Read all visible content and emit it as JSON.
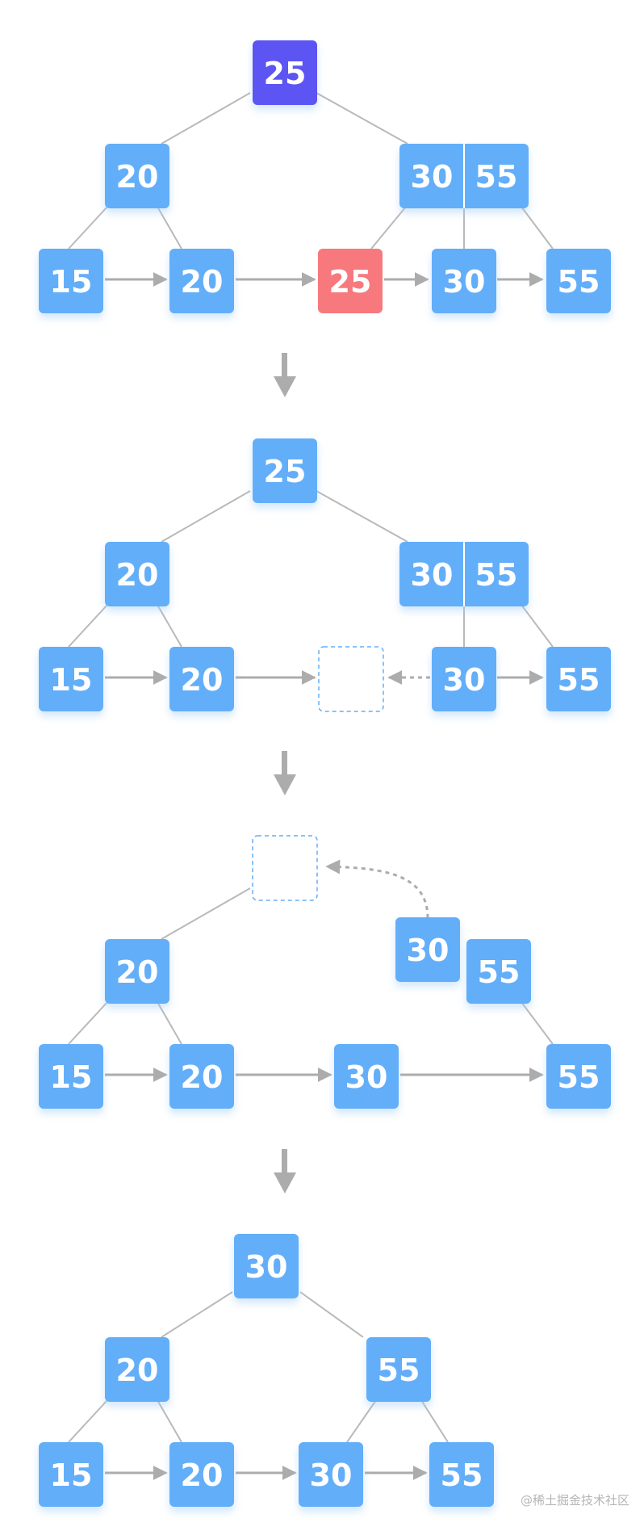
{
  "watermark": "@稀土掘金技术社区",
  "colors": {
    "node": "#64aef9",
    "node_shadow": "#cfe4fb",
    "root_highlight": "#5b55f3",
    "target_highlight": "#f7797d",
    "edge": "#b9b9b9",
    "arrow": "#acacac",
    "placeholder": "#64aef9"
  },
  "stages": [
    {
      "root": {
        "labels": [
          "25"
        ],
        "style": "root-highlight"
      },
      "internal": [
        {
          "labels": [
            "20"
          ]
        },
        {
          "labels": [
            "30",
            "55"
          ]
        }
      ],
      "leaves": [
        {
          "label": "15"
        },
        {
          "label": "20"
        },
        {
          "label": "25",
          "style": "target-highlight"
        },
        {
          "label": "30"
        },
        {
          "label": "55"
        }
      ]
    },
    {
      "root": {
        "labels": [
          "25"
        ]
      },
      "internal": [
        {
          "labels": [
            "20"
          ]
        },
        {
          "labels": [
            "30",
            "55"
          ]
        }
      ],
      "leaves": [
        {
          "label": "15"
        },
        {
          "label": "20"
        },
        {
          "label": "",
          "style": "placeholder"
        },
        {
          "label": "30"
        },
        {
          "label": "55"
        }
      ]
    },
    {
      "root": {
        "labels": [
          ""
        ],
        "style": "placeholder"
      },
      "internal": [
        {
          "labels": [
            "20"
          ]
        },
        {
          "labels": [
            "30"
          ]
        },
        {
          "labels": [
            "55"
          ]
        }
      ],
      "leaves": [
        {
          "label": "15"
        },
        {
          "label": "20"
        },
        {
          "label": "30"
        },
        {
          "label": "55"
        }
      ]
    },
    {
      "root": {
        "labels": [
          "30"
        ]
      },
      "internal": [
        {
          "labels": [
            "20"
          ]
        },
        {
          "labels": [
            "55"
          ]
        }
      ],
      "leaves": [
        {
          "label": "15"
        },
        {
          "label": "20"
        },
        {
          "label": "30"
        },
        {
          "label": "55"
        }
      ]
    }
  ]
}
